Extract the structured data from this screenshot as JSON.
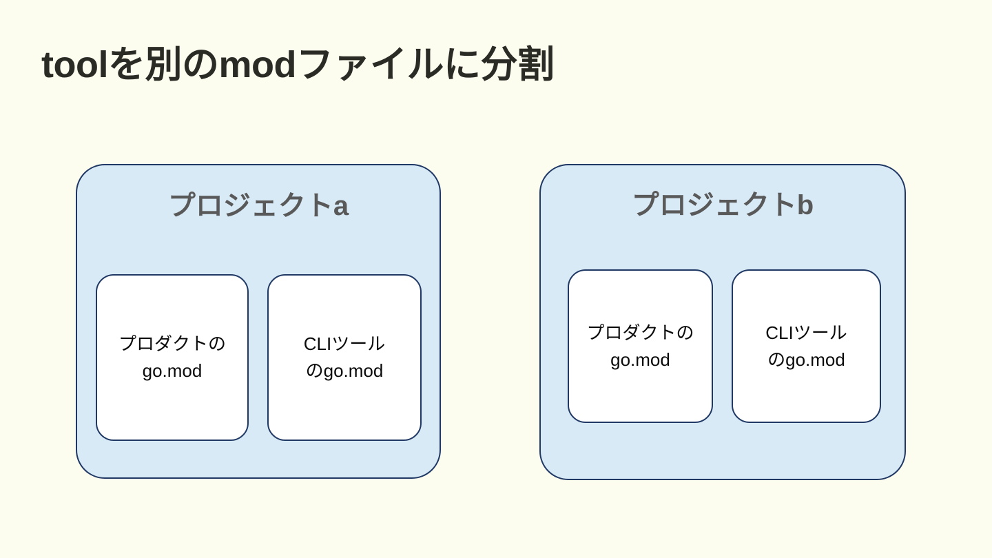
{
  "slide": {
    "title": "toolを別のmodファイルに分割",
    "background_color": "#FCFCEF",
    "title_color": "#2B2B26"
  },
  "theme": {
    "container_fill": "#D9EAF7",
    "container_border": "#1F3864",
    "card_fill": "#FFFFFF",
    "card_border": "#1F3864",
    "heading_color": "#595959",
    "card_text_color": "#0A0A0A"
  },
  "projects": [
    {
      "heading": "プロジェクトa",
      "cards": [
        {
          "label": "プロダクトの\ngo.mod"
        },
        {
          "label": "CLIツール\nのgo.mod"
        }
      ]
    },
    {
      "heading": "プロジェクトb",
      "cards": [
        {
          "label": "プロダクトの\ngo.mod"
        },
        {
          "label": "CLIツール\nのgo.mod"
        }
      ]
    }
  ]
}
